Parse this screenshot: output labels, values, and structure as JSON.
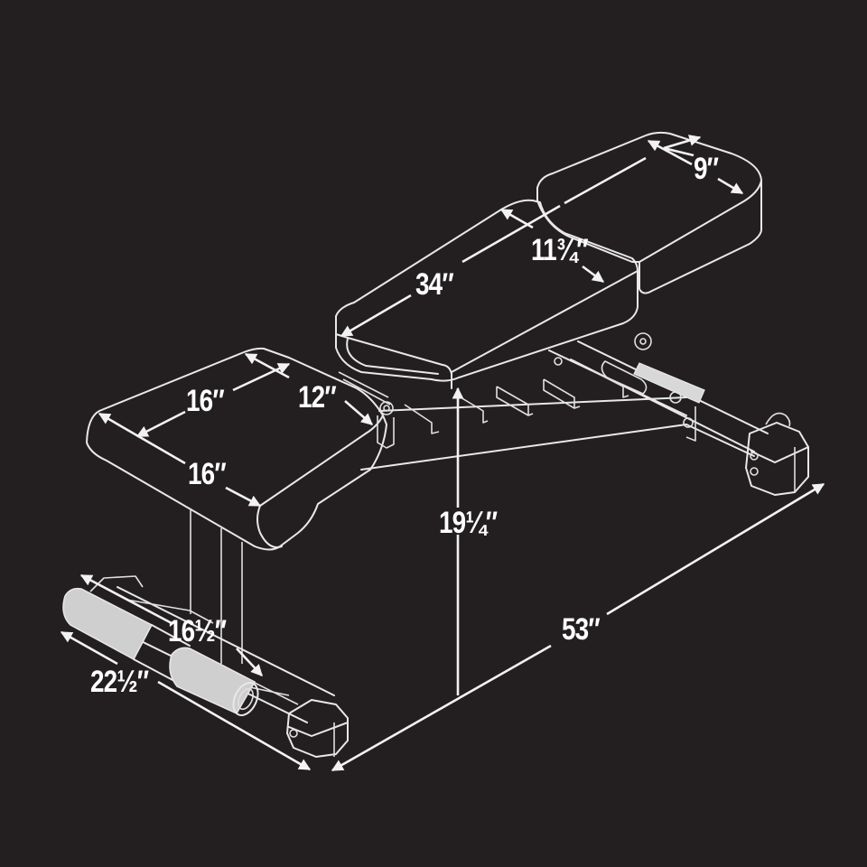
{
  "diagram": {
    "subject": "Adjustable weight bench — isometric dimension drawing",
    "background_color": "#231f20",
    "line_color": "#e8e8e8",
    "dimensions": {
      "backrest_top_width": "9″",
      "backrest_section_length": "11¾″",
      "backrest_length": "34″",
      "seat_width": "16″",
      "seat_length": "16″",
      "seat_gap": "12″",
      "front_foot_inner_length": "16½″",
      "front_foot_total_length": "22½″",
      "seat_height": "19¼″",
      "overall_length": "53″"
    }
  }
}
